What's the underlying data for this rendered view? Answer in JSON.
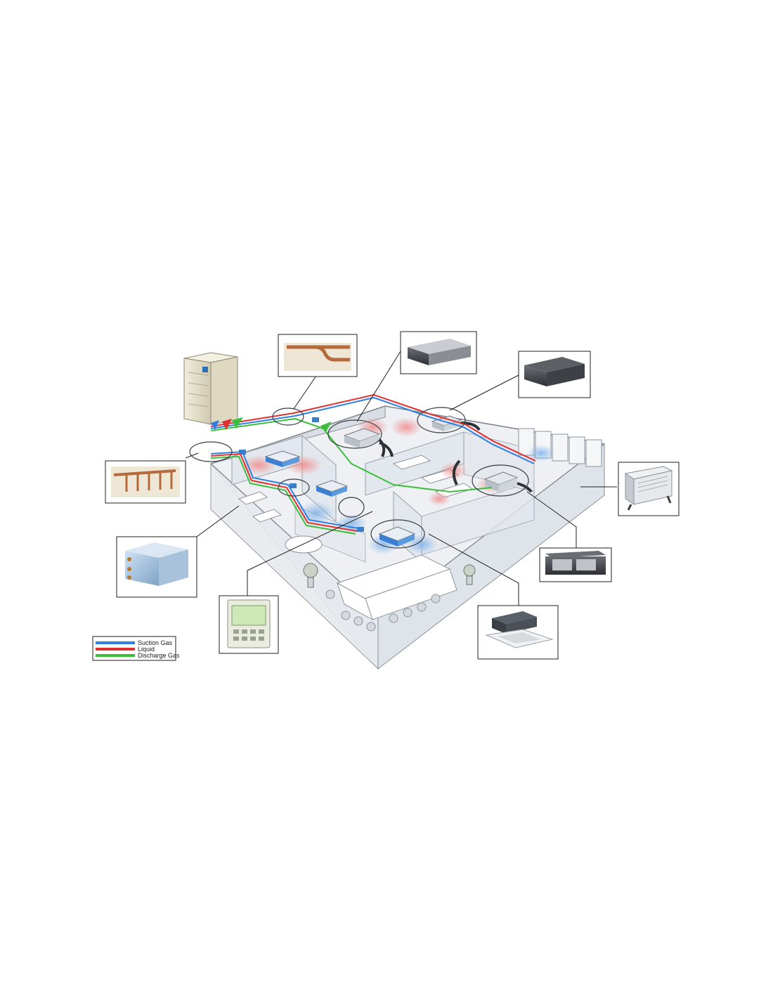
{
  "legend": {
    "items": [
      {
        "label": "Suction Gas",
        "color": "#2f7fe0"
      },
      {
        "label": "Liquid",
        "color": "#e03030"
      },
      {
        "label": "Discharge Gas",
        "color": "#3bbf3b"
      }
    ]
  },
  "colors": {
    "suction": "#2f7fe0",
    "liquid": "#e03030",
    "discharge": "#3bbf3b",
    "warm_air": "#f2a0a0",
    "cool_air": "#9cc4ee",
    "outdoor_unit": "#e6e2cc",
    "floor": "#eef0f3",
    "wall": "#dde2e8"
  },
  "callouts": [
    {
      "name": "refnet-joint",
      "icon": "refnet-joint-icon"
    },
    {
      "name": "slim-ducted-unit",
      "icon": "slim-duct-icon"
    },
    {
      "name": "concealed-ducted-unit",
      "icon": "ceiling-duct-icon"
    },
    {
      "name": "refnet-header",
      "icon": "refnet-header-icon"
    },
    {
      "name": "convector-heater",
      "icon": "heater-icon"
    },
    {
      "name": "air-handling-unit",
      "icon": "ahu-icon"
    },
    {
      "name": "high-static-ducted-unit",
      "icon": "high-static-duct-icon"
    },
    {
      "name": "remote-controller",
      "icon": "remote-control-icon"
    },
    {
      "name": "cassette-unit",
      "icon": "cassette-icon"
    }
  ]
}
